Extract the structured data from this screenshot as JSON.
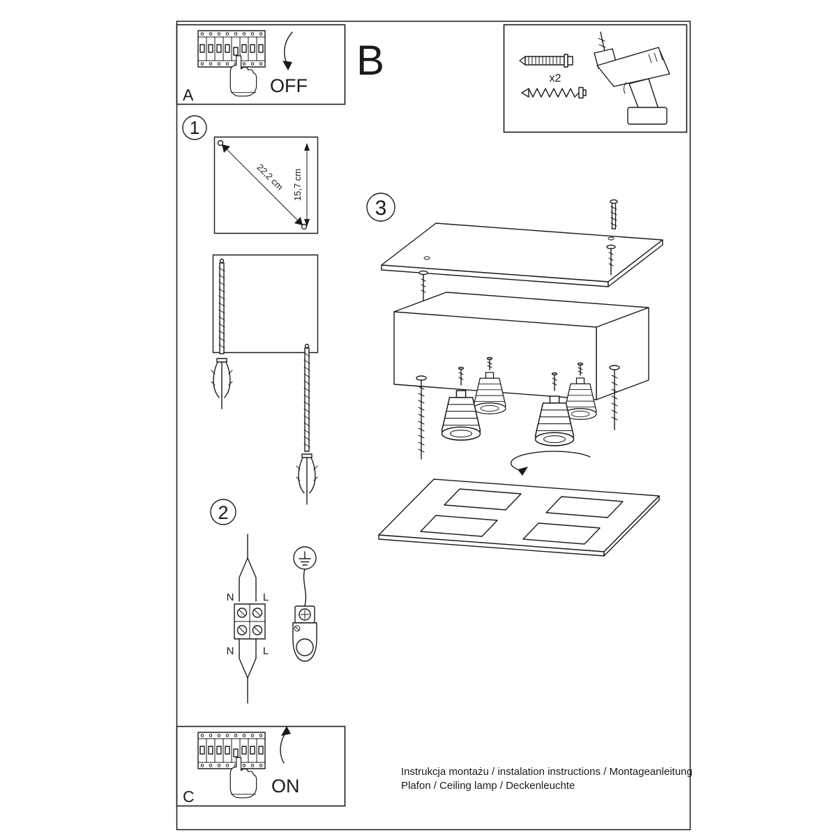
{
  "page": {
    "background": "#ffffff",
    "line_color": "#1a1a1a"
  },
  "panel_a": {
    "label": "A",
    "action": "OFF"
  },
  "section_b": {
    "label": "B"
  },
  "tools": {
    "quantity": "x2"
  },
  "step1": {
    "number": "1",
    "diagonal_dimension": "22,2 cm",
    "height_dimension": "15,7 cm"
  },
  "step2": {
    "number": "2",
    "terminal_top_left": "N",
    "terminal_top_right": "L",
    "terminal_bottom_left": "N",
    "terminal_bottom_right": "L"
  },
  "step3": {
    "number": "3"
  },
  "panel_c": {
    "label": "C",
    "action": "ON"
  },
  "footer": {
    "line1": "Instrukcja montażu / instalation instructions / Montageanleitung",
    "line2": "Plafon / Ceiling lamp / Deckenleuchte"
  },
  "icons": {
    "panel_a": [
      "circuit-breaker-panel",
      "hand-pressing-switch",
      "curved-arrow-down"
    ],
    "tools": [
      "wall-plug-anchor",
      "mounting-screw",
      "power-drill"
    ],
    "step1": [
      "drill-template-square",
      "drill-bit",
      "wall-anchor"
    ],
    "step2": [
      "mains-wire",
      "terminal-block",
      "ground-symbol",
      "strain-relief-clamp"
    ],
    "step3": [
      "ceiling-canopy-plate",
      "mounting-screws",
      "lamp-shade-box",
      "gu10-spotlights",
      "rotation-arrow",
      "bottom-cover-plate"
    ],
    "panel_c": [
      "circuit-breaker-panel",
      "hand-pressing-switch",
      "curved-arrow-up"
    ]
  }
}
